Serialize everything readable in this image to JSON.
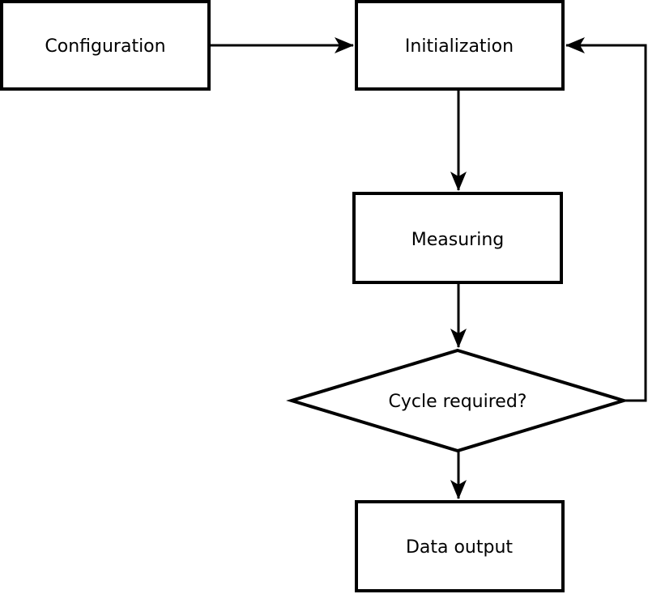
{
  "diagram": {
    "type": "flowchart",
    "colors": {
      "background": "#ffffff",
      "shape_fill": "#ffffff",
      "stroke": "#000000",
      "text": "#000000"
    },
    "nodes": {
      "configuration": {
        "label": "Configuration",
        "shape": "rectangle"
      },
      "initialization": {
        "label": "Initialization",
        "shape": "rectangle"
      },
      "measuring": {
        "label": "Measuring",
        "shape": "rectangle"
      },
      "decision": {
        "label": "Cycle required?",
        "shape": "diamond"
      },
      "data_output": {
        "label": "Data output",
        "shape": "rectangle"
      }
    },
    "edges": [
      {
        "from": "configuration",
        "to": "initialization"
      },
      {
        "from": "initialization",
        "to": "measuring"
      },
      {
        "from": "measuring",
        "to": "decision"
      },
      {
        "from": "decision",
        "to": "data_output"
      },
      {
        "from": "decision",
        "to": "initialization",
        "note": "feedback loop"
      }
    ]
  }
}
